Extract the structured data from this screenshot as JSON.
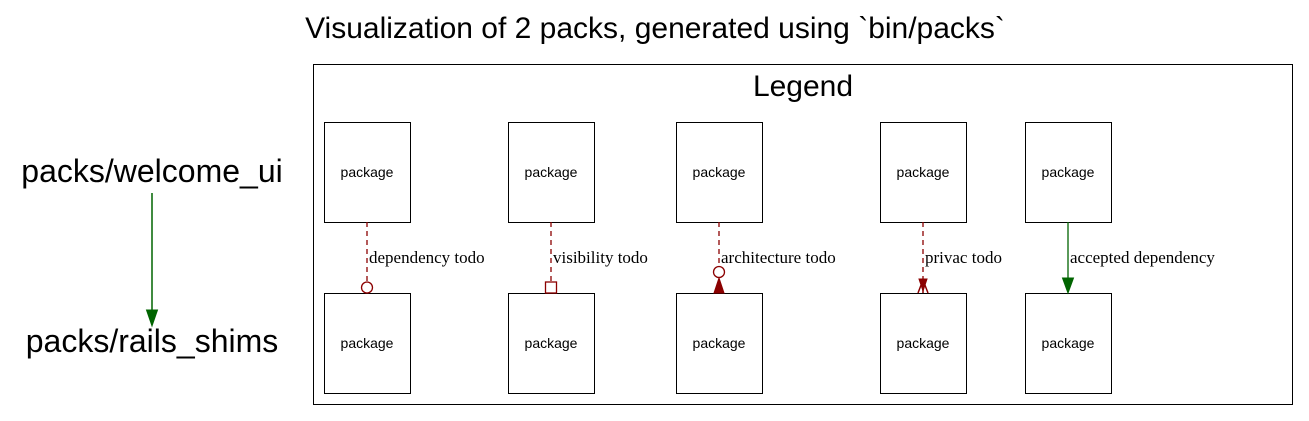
{
  "title": "Visualization of 2 packs, generated using `bin/packs`",
  "packs": {
    "top": "packs/welcome_ui",
    "bottom": "packs/rails_shims"
  },
  "legend": {
    "title": "Legend",
    "items": [
      {
        "top_label": "package",
        "bottom_label": "package",
        "edge_label": "dependency todo",
        "edge_color": "#8b0000",
        "edge_style": "dashed",
        "arrowhead": "odot"
      },
      {
        "top_label": "package",
        "bottom_label": "package",
        "edge_label": "visibility todo",
        "edge_color": "#8b0000",
        "edge_style": "dashed",
        "arrowhead": "obox"
      },
      {
        "top_label": "package",
        "bottom_label": "package",
        "edge_label": "architecture todo",
        "edge_color": "#8b0000",
        "edge_style": "dashed",
        "arrowhead": "odot-normal"
      },
      {
        "top_label": "package",
        "bottom_label": "package",
        "edge_label": "privac todo",
        "edge_color": "#8b0000",
        "edge_style": "dashed",
        "arrowhead": "crow"
      },
      {
        "top_label": "package",
        "bottom_label": "package",
        "edge_label": "accepted dependency",
        "edge_color": "#006400",
        "edge_style": "solid",
        "arrowhead": "normal"
      }
    ]
  },
  "main_edge": {
    "color": "#006400",
    "style": "solid",
    "arrowhead": "normal"
  }
}
